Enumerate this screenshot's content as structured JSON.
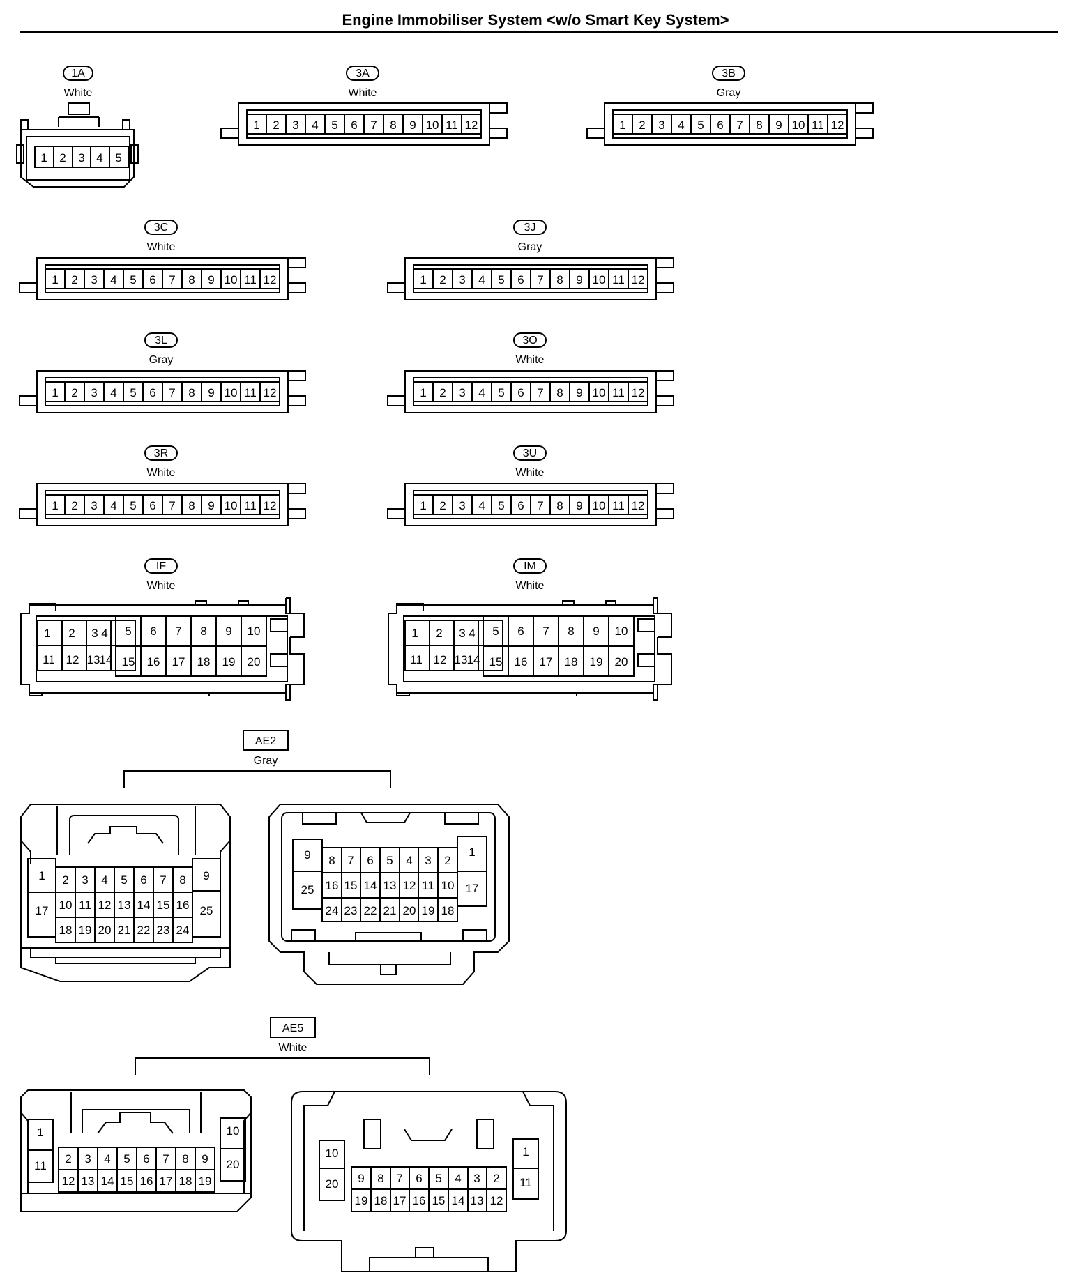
{
  "title": "Engine Immobiliser System <w/o Smart Key System>",
  "connectors": {
    "c1A": {
      "id": "1A",
      "color": "White"
    },
    "c3A": {
      "id": "3A",
      "color": "White"
    },
    "c3B": {
      "id": "3B",
      "color": "Gray"
    },
    "c3C": {
      "id": "3C",
      "color": "White"
    },
    "c3J": {
      "id": "3J",
      "color": "Gray"
    },
    "c3L": {
      "id": "3L",
      "color": "Gray"
    },
    "c3O": {
      "id": "3O",
      "color": "White"
    },
    "c3R": {
      "id": "3R",
      "color": "White"
    },
    "c3U": {
      "id": "3U",
      "color": "White"
    },
    "cIF": {
      "id": "IF",
      "color": "White"
    },
    "cIM": {
      "id": "IM",
      "color": "White"
    },
    "cAE2": {
      "id": "AE2",
      "color": "Gray"
    },
    "cAE5": {
      "id": "AE5",
      "color": "White"
    }
  }
}
